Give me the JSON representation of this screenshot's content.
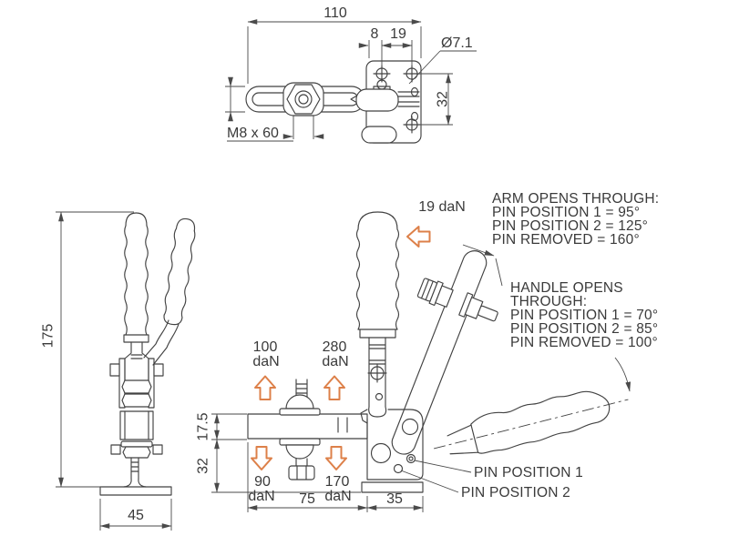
{
  "drawing": {
    "top_view": {
      "dim_width": "110",
      "dim_hole_offset": "8",
      "dim_hole_spacing": "19",
      "dim_hole_diameter": "Ø7.1",
      "dim_hole_rows": "32",
      "dim_spindle_thread": "M8 x 60"
    },
    "side_view": {
      "dim_height": "175",
      "dim_base_width": "45"
    },
    "front_view": {
      "dim_arm_height": "17.5",
      "dim_base_height": "32",
      "dim_arm_reach": "75",
      "dim_base_depth": "35"
    },
    "forces": {
      "handle_pull": "19 daN",
      "up_left_value": "100",
      "up_left_unit": "daN",
      "up_right_value": "280",
      "up_right_unit": "daN",
      "down_left_value": "90",
      "down_left_unit": "daN",
      "down_right_value": "170",
      "down_right_unit": "daN"
    },
    "notes": {
      "arm_opens_title": "ARM OPENS THROUGH:",
      "arm_opens_pin1": "PIN POSITION 1 = 95°",
      "arm_opens_pin2": "PIN POSITION 2 = 125°",
      "arm_opens_removed": "PIN REMOVED = 160°",
      "handle_opens_title1": "HANDLE OPENS",
      "handle_opens_title2": "THROUGH:",
      "handle_opens_pin1": "PIN POSITION 1 = 70°",
      "handle_opens_pin2": "PIN POSITION 2 = 85°",
      "handle_opens_removed": "PIN REMOVED = 100°",
      "pin1_label": "PIN POSITION 1",
      "pin2_label": "PIN POSITION 2"
    },
    "colors": {
      "line": "#424242",
      "accent": "#dd8049",
      "background": "#ffffff"
    }
  }
}
